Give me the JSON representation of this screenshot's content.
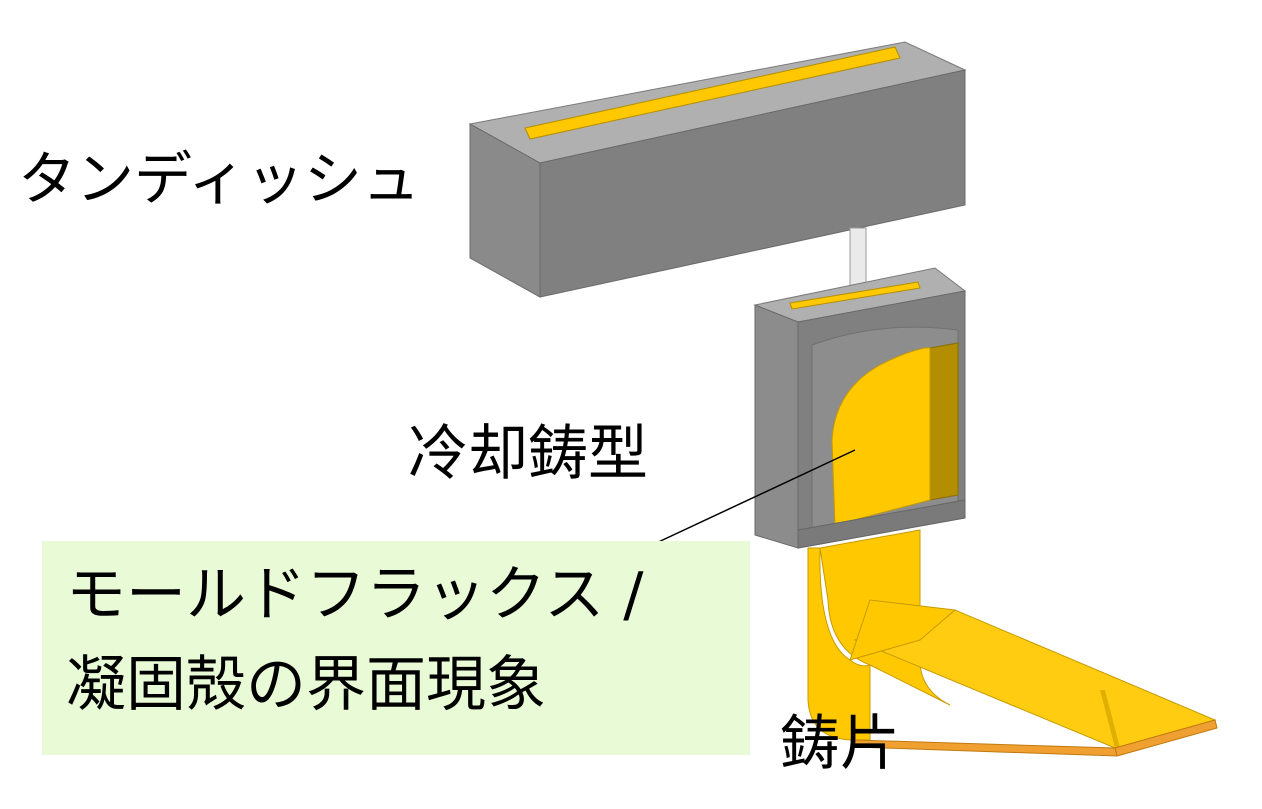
{
  "labels": {
    "tundish": "タンディッシュ",
    "mold": "冷却鋳型",
    "callout_line_1": "モールドフラックス /",
    "callout_line_2": "凝固殻の界面現象",
    "slab": "鋳片"
  },
  "colors": {
    "background": "#ffffff",
    "steel_gray_front": "#808080",
    "steel_gray_side": "#9a9a9a",
    "steel_gray_top": "#b0b0b0",
    "molten_steel": "#ffc800",
    "molten_steel_dark": "#b38e00",
    "slab_edge": "#f0a030",
    "nozzle": "#eaeaea",
    "callout_background": "#e9fbd6",
    "text": "#000000"
  }
}
